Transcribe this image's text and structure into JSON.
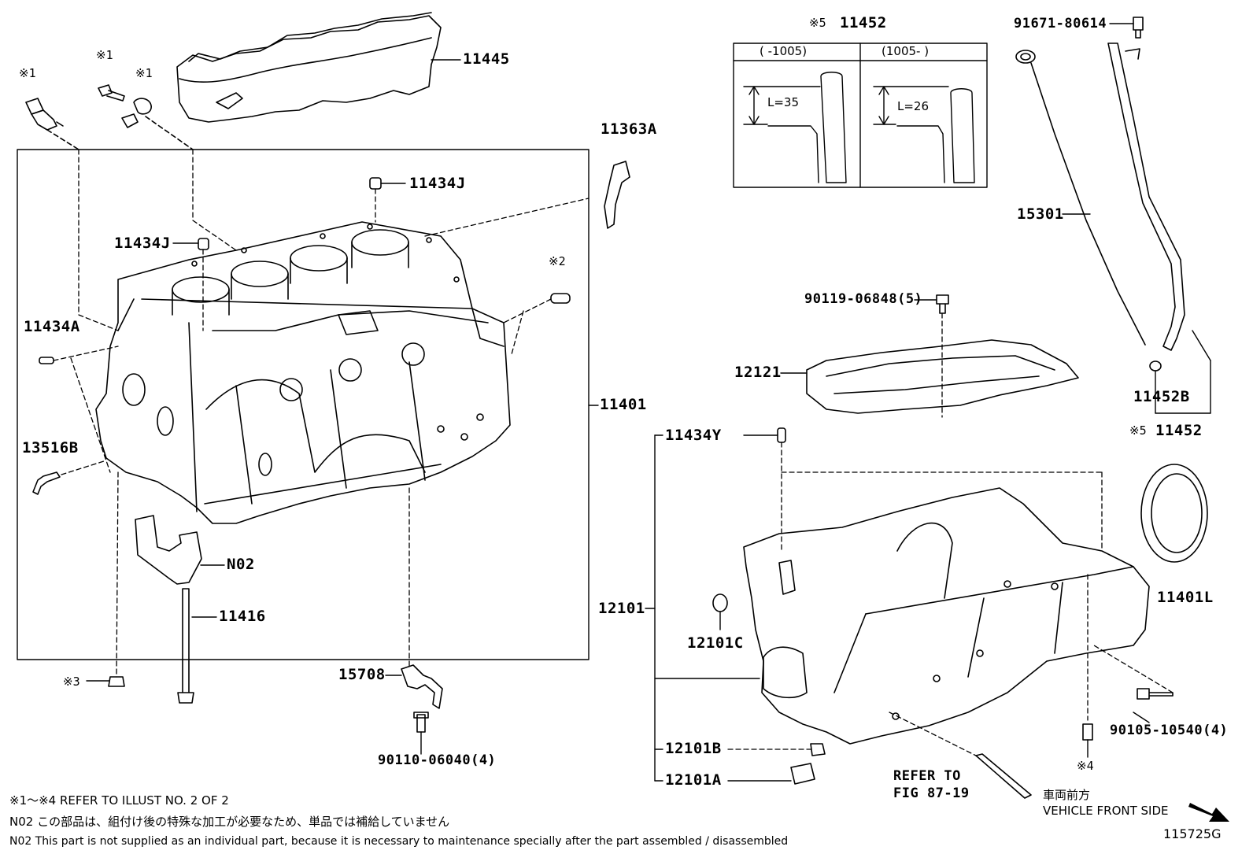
{
  "parts": {
    "p11445": "11445",
    "p11363A": "11363A",
    "p11434J_top": "11434J",
    "p11434J_left": "11434J",
    "p11434A": "11434A",
    "p13516B": "13516B",
    "p11401": "11401",
    "pN02": "N02",
    "p11416": "11416",
    "p15708": "15708",
    "p90110": "90110-06040(4)",
    "p11452_top": "11452",
    "p91671": "91671-80614",
    "p15301": "15301",
    "p90119": "90119-06848(5)",
    "p12121": "12121",
    "p11452B": "11452B",
    "p11452_bottom": "11452",
    "p11434Y": "11434Y",
    "p11401L": "11401L",
    "p12101": "12101",
    "p12101C": "12101C",
    "p90105": "90105-10540(4)",
    "p12101B": "12101B",
    "p12101A": "12101A",
    "refer1": "REFER TO",
    "refer2": "FIG 87-19"
  },
  "marks": {
    "m1a": "※1",
    "m1b": "※1",
    "m1c": "※1",
    "m2": "※2",
    "m3": "※3",
    "m4": "※4",
    "m5a": "※5",
    "m5b": "※5"
  },
  "inset": {
    "col1": "(      -1005)",
    "col2": "(1005-      )",
    "len1": "L=35",
    "len2": "L=26"
  },
  "direction": {
    "jp": "車両前方",
    "en": "VEHICLE FRONT SIDE"
  },
  "notes": {
    "line1": "※1～※4  REFER TO ILLUST NO. 2 OF 2",
    "line2": "N02  この部品は、組付け後の特殊な加工が必要なため、単品では補給していません",
    "line3": "N02  This part is not supplied as an individual part, because it is necessary to maintenance specially after the part assembled / disassembled"
  },
  "illustration_id": "115725G"
}
